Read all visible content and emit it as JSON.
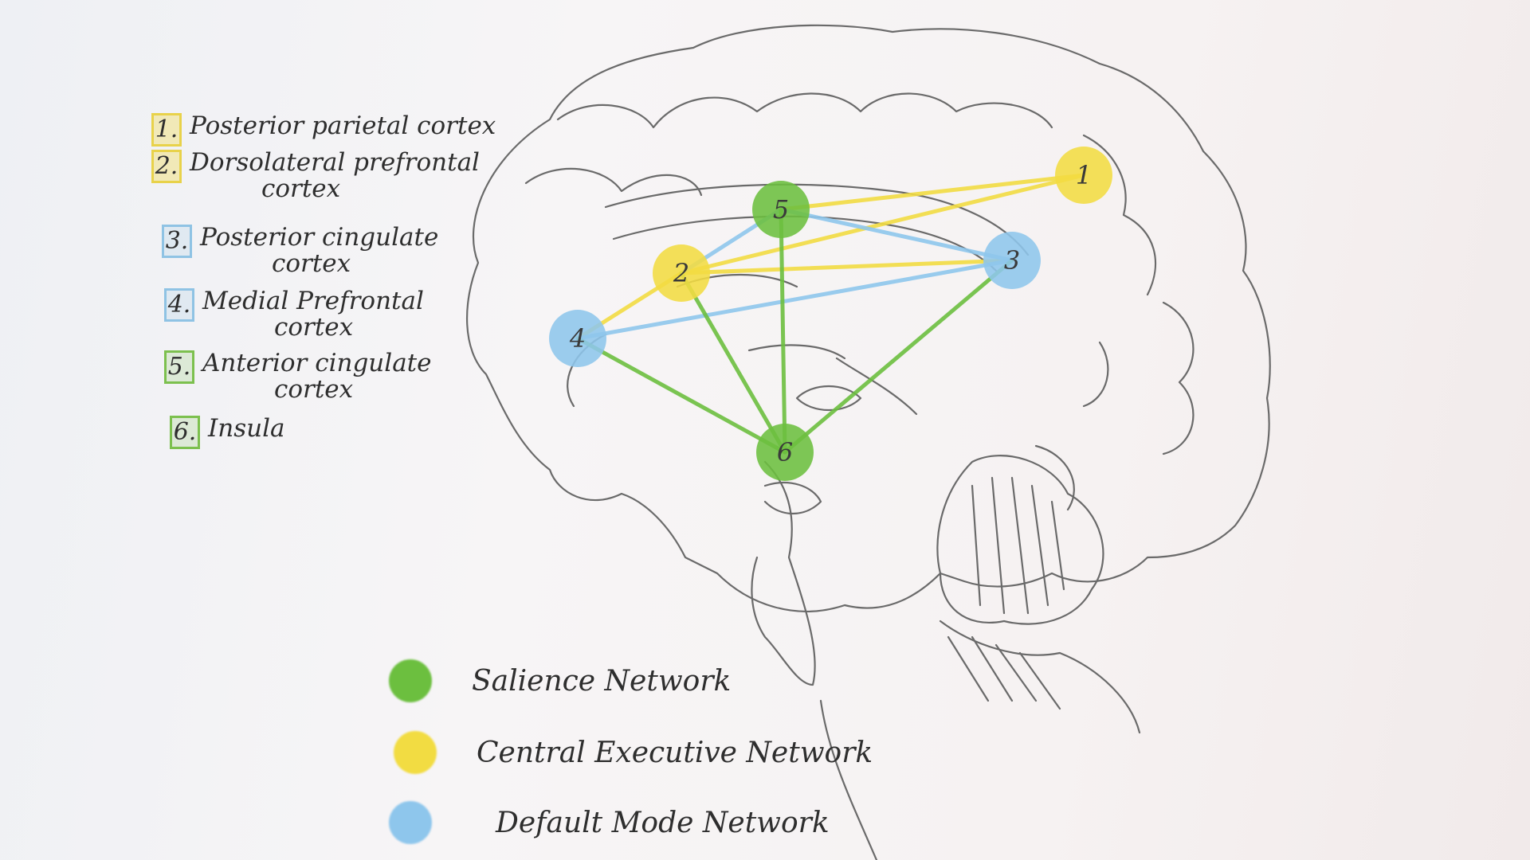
{
  "regions": [
    {
      "num": "1.",
      "line1": "Posterior parietal cortex",
      "line2": "",
      "color": "yellow"
    },
    {
      "num": "2.",
      "line1": "Dorsolateral prefrontal",
      "line2": "cortex",
      "color": "yellow"
    },
    {
      "num": "3.",
      "line1": "Posterior cingulate",
      "line2": "cortex",
      "color": "blue"
    },
    {
      "num": "4.",
      "line1": "Medial Prefrontal",
      "line2": "cortex",
      "color": "blue"
    },
    {
      "num": "5.",
      "line1": "Anterior cingulate",
      "line2": "cortex",
      "color": "green"
    },
    {
      "num": "6.",
      "line1": "Insula",
      "line2": "",
      "color": "green"
    }
  ],
  "nodes": [
    {
      "label": "1",
      "network": "central-executive"
    },
    {
      "label": "2",
      "network": "central-executive"
    },
    {
      "label": "3",
      "network": "default-mode"
    },
    {
      "label": "4",
      "network": "default-mode"
    },
    {
      "label": "5",
      "network": "salience"
    },
    {
      "label": "6",
      "network": "salience"
    }
  ],
  "connections": [
    {
      "from": "2",
      "to": "1",
      "network": "central-executive"
    },
    {
      "from": "5",
      "to": "1",
      "network": "central-executive"
    },
    {
      "from": "2",
      "to": "3",
      "network": "central-executive"
    },
    {
      "from": "4",
      "to": "2",
      "network": "central-executive"
    },
    {
      "from": "4",
      "to": "3",
      "network": "default-mode"
    },
    {
      "from": "5",
      "to": "3",
      "network": "default-mode"
    },
    {
      "from": "2",
      "to": "5",
      "network": "default-mode"
    },
    {
      "from": "4",
      "to": "6",
      "network": "salience"
    },
    {
      "from": "2",
      "to": "6",
      "network": "salience"
    },
    {
      "from": "5",
      "to": "6",
      "network": "salience"
    },
    {
      "from": "3",
      "to": "6",
      "network": "salience"
    }
  ],
  "networks": [
    {
      "id": "salience",
      "label": "Salience Network",
      "color": "#6cbf3f"
    },
    {
      "id": "central-executive",
      "label": "Central Executive Network",
      "color": "#f2dc42"
    },
    {
      "id": "default-mode",
      "label": "Default Mode Network",
      "color": "#8ec6ec"
    }
  ]
}
